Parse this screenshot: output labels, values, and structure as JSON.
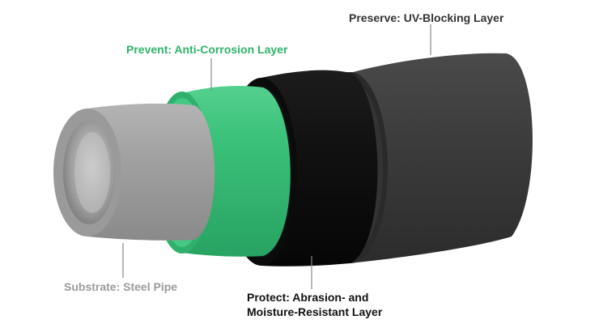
{
  "diagram": {
    "labels": {
      "uv_layer": "Preserve: UV-Blocking Layer",
      "corrosion_layer": "Prevent: Anti-Corrosion Layer",
      "substrate": "Substrate: Steel Pipe",
      "protect_line1": "Protect: Abrasion- and",
      "protect_line2": "Moisture-Resistant Layer"
    },
    "colors": {
      "uv_layer": "#3b3b3b",
      "protect_layer": "#0f0f0f",
      "corrosion_layer": "#3cc27a",
      "steel_pipe": "#9e9e9e",
      "leader_line": "#8a8a8a",
      "label_green": "#2fb36a",
      "label_gray": "#9a9a9a"
    }
  }
}
